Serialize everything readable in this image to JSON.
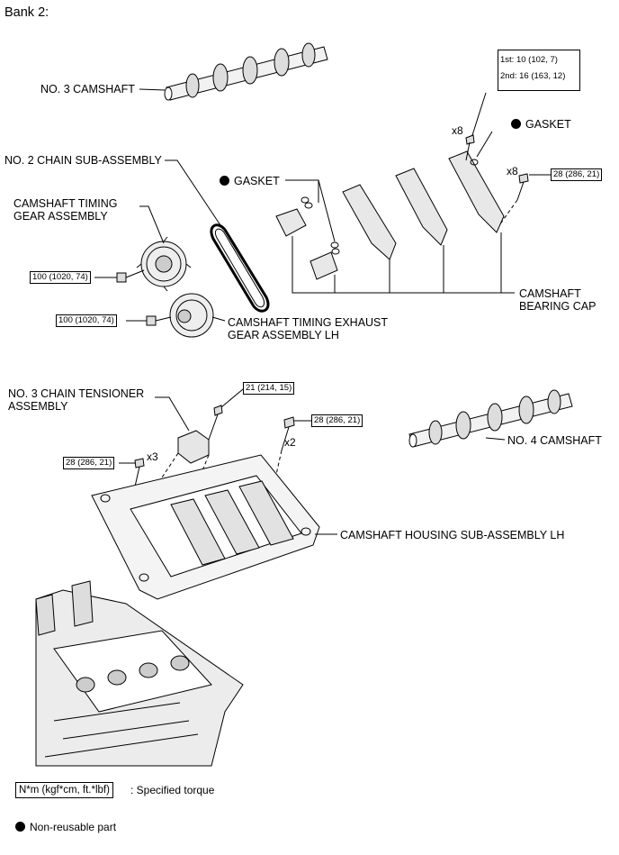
{
  "title": "Bank 2:",
  "labels": {
    "no3_camshaft": "NO. 3 CAMSHAFT",
    "no2_chain_sub": "NO. 2 CHAIN SUB-ASSEMBLY",
    "gasket_top": "GASKET",
    "gasket_mid": "GASKET",
    "camshaft_timing_gear_1": "CAMSHAFT TIMING",
    "camshaft_timing_gear_2": "GEAR ASSEMBLY",
    "camshaft_timing_exhaust_1": "CAMSHAFT TIMING EXHAUST",
    "camshaft_timing_exhaust_2": "GEAR ASSEMBLY LH",
    "bearing_cap_1": "CAMSHAFT",
    "bearing_cap_2": "BEARING CAP",
    "no3_chain_tensioner_1": "NO. 3 CHAIN TENSIONER",
    "no3_chain_tensioner_2": "ASSEMBLY",
    "no4_camshaft": "NO. 4 CAMSHAFT",
    "housing_sub": "CAMSHAFT HOUSING SUB-ASSEMBLY LH"
  },
  "torque": {
    "bearing_bolt_1st": "1st: 10 (102, 7)",
    "bearing_bolt_2nd": "2nd: 16 (163, 12)",
    "bearing_side": "28 (286, 21)",
    "gear_intake": "100 (1020, 74)",
    "gear_exhaust": "100 (1020, 74)",
    "tensioner": "21 (214, 15)",
    "housing_right": "28 (286, 21)",
    "housing_left": "28 (286, 21)"
  },
  "counts": {
    "bearing_top": "x8",
    "bearing_side": "x8",
    "housing_right": "x2",
    "housing_left": "x3"
  },
  "legend": {
    "torque_unit": "N*m (kgf*cm, ft.*lbf)",
    "torque_desc": ": Specified torque",
    "non_reusable": "Non-reusable part"
  }
}
